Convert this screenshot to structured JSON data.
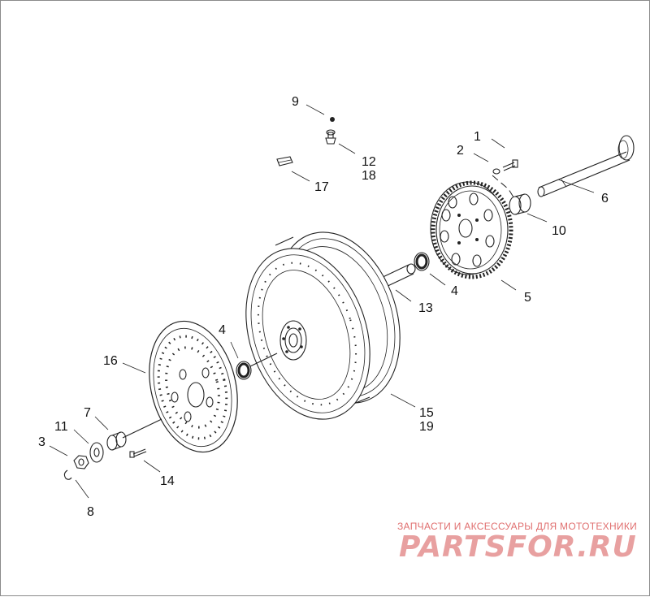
{
  "callouts": {
    "c1": "1",
    "c2": "2",
    "c3": "3",
    "c4a": "4",
    "c4b": "4",
    "c5": "5",
    "c6": "6",
    "c7": "7",
    "c8": "8",
    "c9": "9",
    "c10": "10",
    "c11": "11",
    "c12": "12",
    "c13": "13",
    "c14": "14",
    "c15": "15",
    "c16": "16",
    "c17": "17",
    "c18": "18",
    "c19": "19"
  },
  "watermark": {
    "tagline": "ЗАПЧАСТИ И АКСЕССУАРЫ ДЛЯ МОТОТЕХНИКИ",
    "logo": "PARTSFOR.RU"
  }
}
